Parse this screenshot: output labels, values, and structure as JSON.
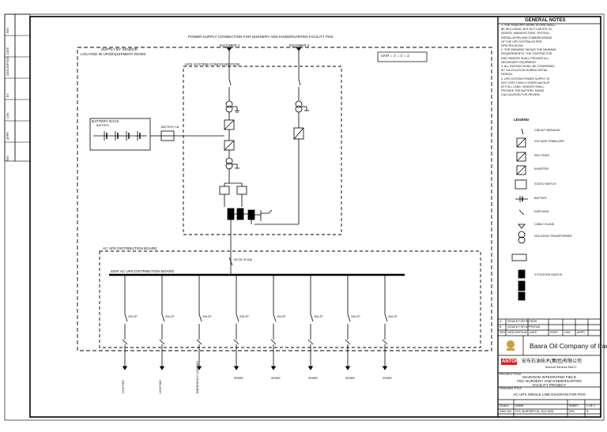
{
  "drawing": {
    "top_note": "POWER SUPPLY CONNECTION FOR NURSERY AND KINDERGARTEN FACILITY POS",
    "scope_label": "SUPPLY BY VENDOR",
    "ups_panel_label": "LOCATED IN UPS/EQUIPMENT ROOM",
    "incomer_1": "INCOMER 1",
    "incomer_2": "INCOMER 2",
    "phase_box": "UNIT = 1' = 1' = 2",
    "ups_box_label": "UPS SYSTEM CONFIGURATION",
    "battery_title": "BATTERY RACK",
    "battery_sub": "BATTERY",
    "battery_breaker": "BATTERY CB",
    "distribution_label": "AC UPS DISTRIBUTION BOARD",
    "busbar_label": "400V AC UPS DISTRIBUTION BOARD",
    "main_cb": "MCCB 3P 63A",
    "breakers": [
      "20A 2P",
      "20A 2P",
      "20A 2P",
      "20A 2P",
      "20A 2P",
      "20A 2P",
      "20A 2P",
      "20A 2P"
    ],
    "feeders": [
      "LIGHTING",
      "LIGHTING",
      "EMERGENCY LIGHTING",
      "SPARE",
      "SPARE",
      "SPARE",
      "SPARE",
      "SPARE"
    ]
  },
  "legend": {
    "title": "GENERAL NOTES",
    "note_lines": [
      "1. THE VENDOR'S WORK SCOPE SHALL",
      "   BE INCLUDING, BUT NOT LIMITED TO,",
      "   DESIGN, MANUFACTURE, TESTING,",
      "   INSTALLATION AND COMMISSIONING",
      "   OF THE UPS SYSTEM AS PER",
      "   SPECIFICATION.",
      "2. THE DRAWING SHOWS THE MINIMUM",
      "   REQUIREMENTS; THE CONTRACTOR",
      "   AND VENDOR SHALL PROVIDE ALL",
      "   NECESSARY EQUIPMENT.",
      "3. ALL RATINGS SHALL BE CONFIRMED",
      "   BY CALCULATION DURING DETAIL",
      "   DESIGN.",
      "4. UPS SYSTEM POWER SUPPLY IS",
      "   NOT LESS THAN 2 HOURS BACKUP",
      "   AT FULL LOAD. VENDOR SHALL",
      "   PROVIDE THE BATTERY SIZING",
      "   CALCULATION FOR REVIEW."
    ],
    "legend_title": "LEGEND",
    "items": [
      "CIRCUIT BREAKER",
      "VOLTAGE STABILIZER",
      "RECTIFIER",
      "INVERTER",
      "STATIC SWITCH",
      "BATTERY",
      "EARTHING",
      "CABLE GLAND",
      "ISOLATION TRANSFORMER",
      "3 POSITION SWITCH"
    ]
  },
  "title_block": {
    "revisions": [
      [
        "A",
        "ISSUED FOR REVIEW",
        "",
        "",
        "",
        ""
      ],
      [
        "B",
        "ISSUED FOR APPROVAL",
        "",
        "",
        "",
        ""
      ]
    ],
    "rev_header": [
      "REV",
      "DESCRIPTION",
      "DATE",
      "PREP",
      "CHK",
      "APPR"
    ],
    "client": "Basra Oil Company of Iraq",
    "contractor_brand": "ANTON",
    "contractor_cn": "安东石油技术(集团)有限公司",
    "contractor_en": "Antonoil Services DMCC",
    "project_label": "PROJECT TITLE",
    "project_1": "MAJNOON INTEGRATED FIELD",
    "project_2": "FDC NURSERY AND KINDERGARTEN",
    "project_3": "FACILITY PROJECT",
    "drawing_title_label": "DRAWING TITLE",
    "drawing_title": "AC UPS SINGLE LINE DIAGRAM FOR POS",
    "row1": [
      "SCALE",
      "NONE",
      "SHEET",
      "1 OF 1"
    ],
    "row2": [
      "DWG NO.",
      "FDC-NURSERY-EL-SLD-0001",
      "REV",
      "B"
    ]
  },
  "left_strip": [
    "REV",
    "DATE",
    "DESCRIPTION",
    "BY",
    "CHK",
    "APPR",
    "REV"
  ]
}
